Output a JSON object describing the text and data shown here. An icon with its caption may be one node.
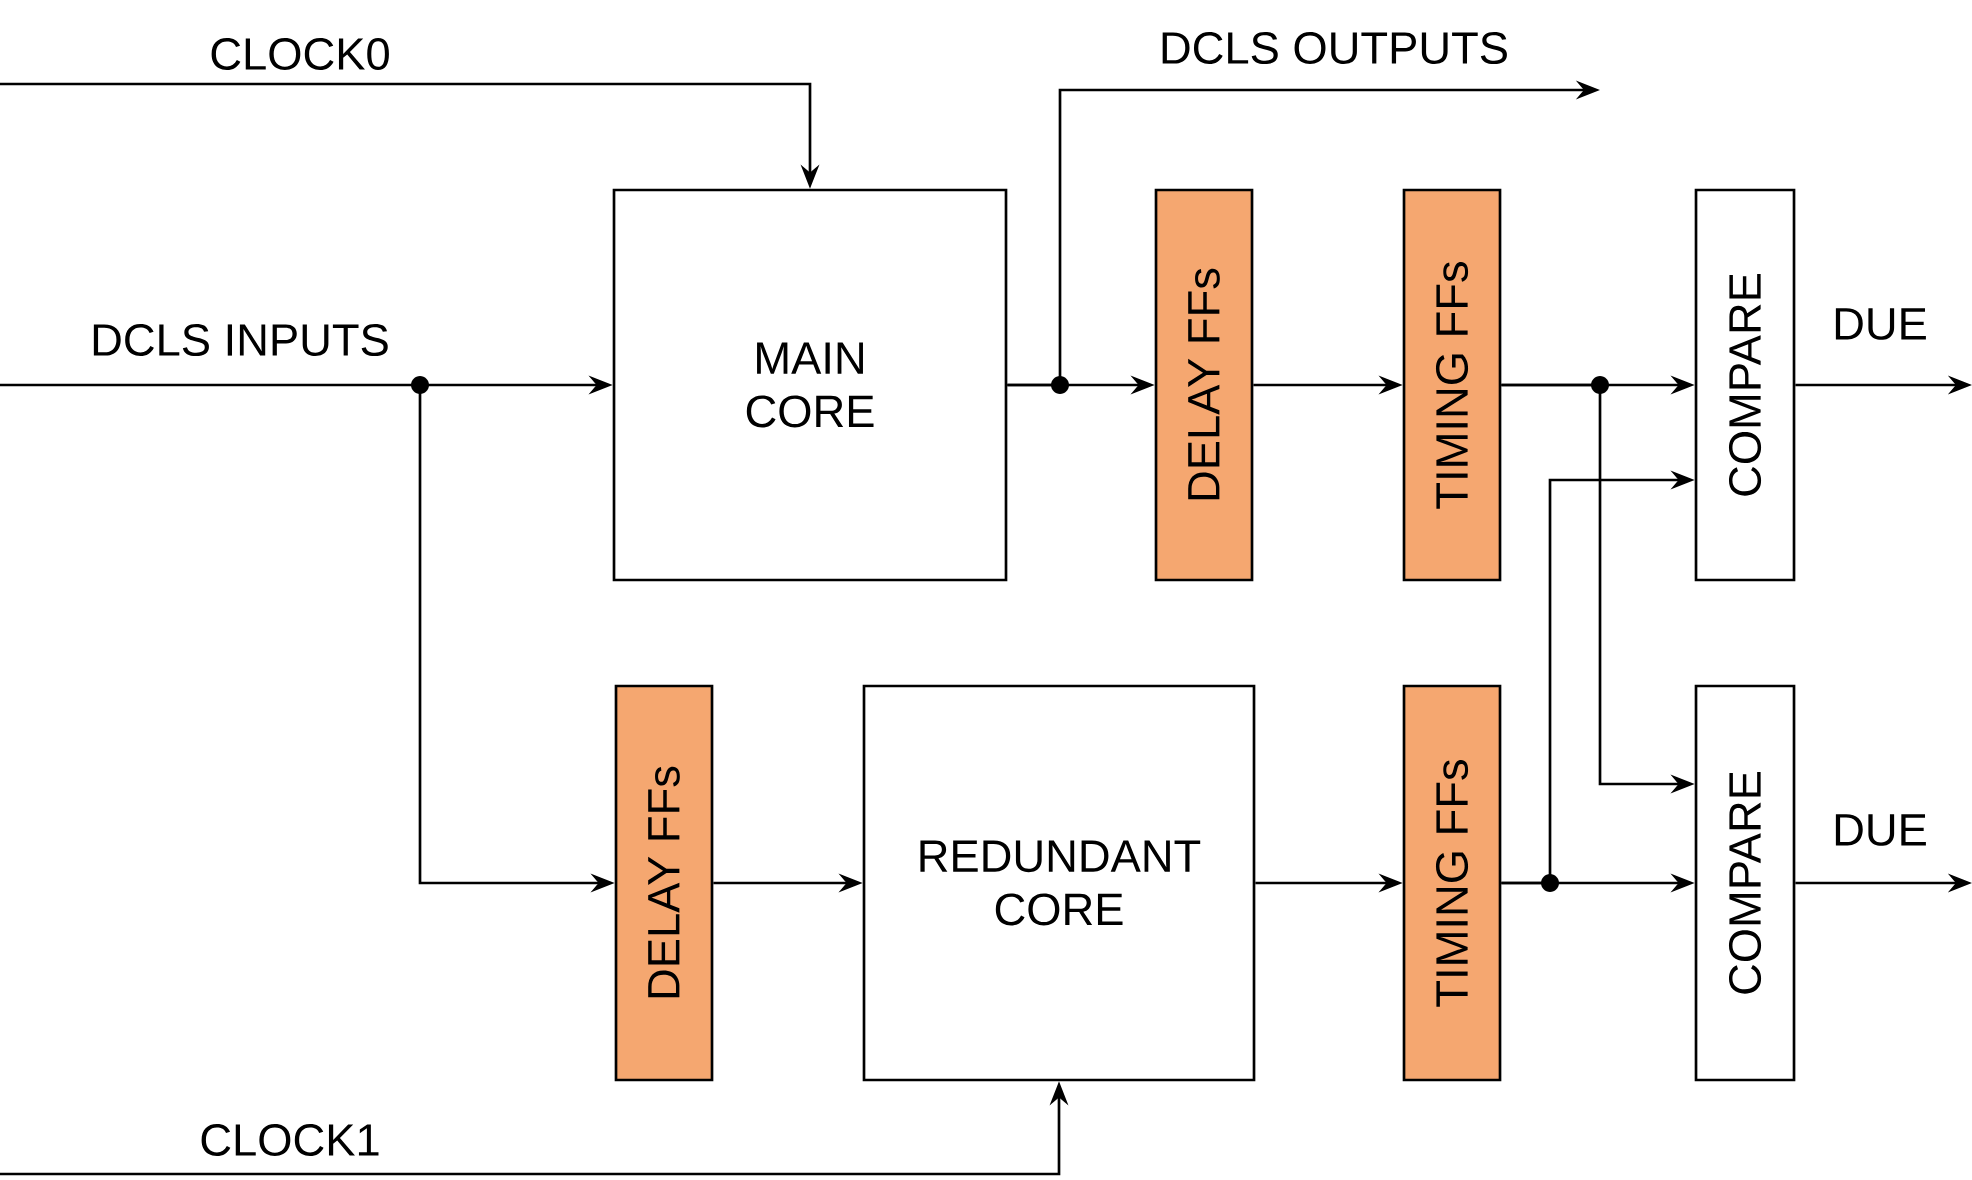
{
  "diagram": {
    "nodes": [
      {
        "text": [
          "MAIN CORE"
        ]
      },
      {
        "text": [
          "DELAY FFs"
        ]
      },
      {
        "text": [
          "TIMING FFs"
        ]
      },
      {
        "text": [
          "COMPARE"
        ]
      },
      {
        "text": [
          "DELAY FFs"
        ]
      },
      {
        "text": [
          "REDUNDANT CORE"
        ]
      },
      {
        "text": [
          "TIMING FFs"
        ]
      },
      {
        "text": [
          "COMPARE"
        ]
      }
    ],
    "edges": [
      {
        "from": null,
        "to": 0,
        "arrow": "to",
        "label": "CLOCK0"
      },
      {
        "from": null,
        "to": 0,
        "arrow": "to",
        "label": "DCLS INPUTS"
      },
      {
        "from": null,
        "to": 4,
        "arrow": "to"
      },
      {
        "from": 0,
        "to": 1,
        "arrow": "to"
      },
      {
        "from": 0,
        "to": null,
        "arrow": "to",
        "label": "DCLS OUTPUTS"
      },
      {
        "from": 1,
        "to": 2,
        "arrow": "to"
      },
      {
        "from": 2,
        "to": 3,
        "arrow": "to"
      },
      {
        "from": 2,
        "to": 7,
        "arrow": "to"
      },
      {
        "from": 4,
        "to": 5,
        "arrow": "to"
      },
      {
        "from": 5,
        "to": 6,
        "arrow": "to"
      },
      {
        "from": 6,
        "to": 7,
        "arrow": "to"
      },
      {
        "from": 6,
        "to": 3,
        "arrow": "to"
      },
      {
        "from": 3,
        "to": null,
        "arrow": "to",
        "label": "DUE"
      },
      {
        "from": 7,
        "to": null,
        "arrow": "to",
        "label": "DUE"
      },
      {
        "from": null,
        "to": 5,
        "arrow": "to",
        "label": "CLOCK1"
      }
    ]
  }
}
